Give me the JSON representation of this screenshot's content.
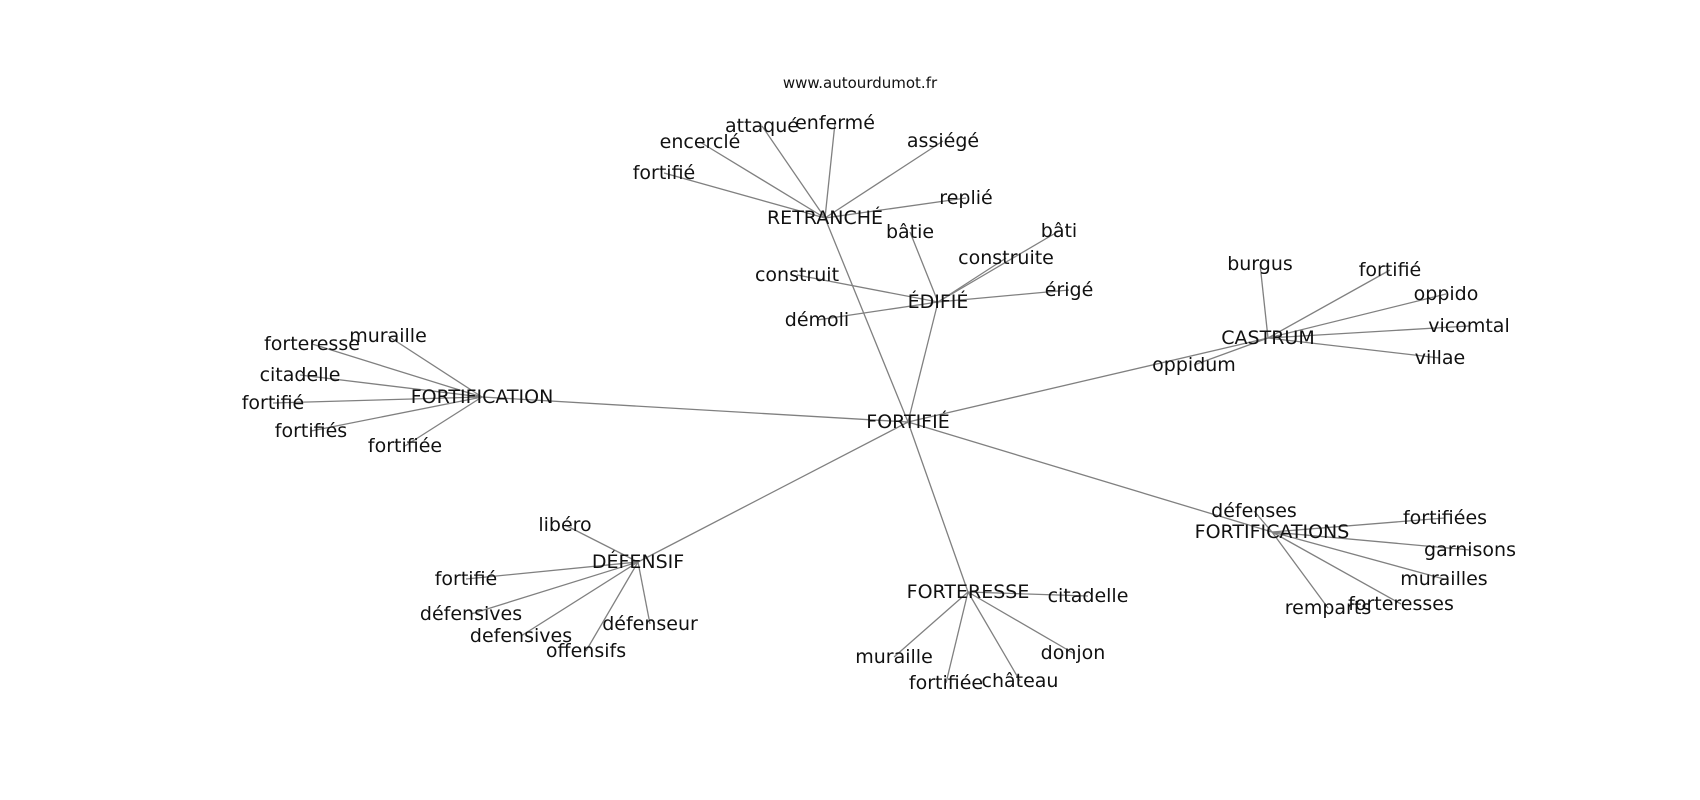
{
  "credit": "www.autourdumot.fr",
  "colors": {
    "edge": "#808080",
    "text": "#111111",
    "background": "#ffffff"
  },
  "nodes": [
    {
      "id": "fortifie_center",
      "label": "FORTIFIÉ"
    },
    {
      "id": "retranche",
      "label": "RETRANCHÉ"
    },
    {
      "id": "edifie",
      "label": "ÉDIFIÉ"
    },
    {
      "id": "castrum",
      "label": "CASTRUM"
    },
    {
      "id": "fortification",
      "label": "FORTIFICATION"
    },
    {
      "id": "defensif",
      "label": "DÉFENSIF"
    },
    {
      "id": "forteresse_hub",
      "label": "FORTERESSE"
    },
    {
      "id": "fortifications",
      "label": "FORTIFICATIONS"
    },
    {
      "id": "r_attaque",
      "label": "attaqué"
    },
    {
      "id": "r_enferme",
      "label": "enfermé"
    },
    {
      "id": "r_encercle",
      "label": "encerclé"
    },
    {
      "id": "r_assiege",
      "label": "assiégé"
    },
    {
      "id": "r_fortifie",
      "label": "fortifié"
    },
    {
      "id": "r_replie",
      "label": "replié"
    },
    {
      "id": "e_batie",
      "label": "bâtie"
    },
    {
      "id": "e_bati",
      "label": "bâti"
    },
    {
      "id": "e_construite",
      "label": "construite"
    },
    {
      "id": "e_construit",
      "label": "construit"
    },
    {
      "id": "e_erige",
      "label": "érigé"
    },
    {
      "id": "e_demoli",
      "label": "démoli"
    },
    {
      "id": "c_burgus",
      "label": "burgus"
    },
    {
      "id": "c_fortifie",
      "label": "fortifié"
    },
    {
      "id": "c_oppido",
      "label": "oppido"
    },
    {
      "id": "c_vicomtal",
      "label": "vicomtal"
    },
    {
      "id": "c_villae",
      "label": "villae"
    },
    {
      "id": "c_oppidum",
      "label": "oppidum"
    },
    {
      "id": "f_muraille",
      "label": "muraille"
    },
    {
      "id": "f_forteresse",
      "label": "forteresse"
    },
    {
      "id": "f_citadelle",
      "label": "citadelle"
    },
    {
      "id": "f_fortifie",
      "label": "fortifié"
    },
    {
      "id": "f_fortifies",
      "label": "fortifiés"
    },
    {
      "id": "f_fortifiee",
      "label": "fortifiée"
    },
    {
      "id": "d_libero",
      "label": "libéro"
    },
    {
      "id": "d_fortifie",
      "label": "fortifié"
    },
    {
      "id": "d_defensives",
      "label": "défensives"
    },
    {
      "id": "d_defensives2",
      "label": "defensives"
    },
    {
      "id": "d_offensifs",
      "label": "offensifs"
    },
    {
      "id": "d_defenseur",
      "label": "défenseur"
    },
    {
      "id": "t_citadelle",
      "label": "citadelle"
    },
    {
      "id": "t_muraille",
      "label": "muraille"
    },
    {
      "id": "t_fortifiee",
      "label": "fortifiée"
    },
    {
      "id": "t_chateau",
      "label": "château"
    },
    {
      "id": "t_donjon",
      "label": "donjon"
    },
    {
      "id": "s_defenses",
      "label": "défenses"
    },
    {
      "id": "s_fortifiees",
      "label": "fortifiées"
    },
    {
      "id": "s_garnisons",
      "label": "garnisons"
    },
    {
      "id": "s_murailles",
      "label": "murailles"
    },
    {
      "id": "s_forteresses",
      "label": "forteresses"
    },
    {
      "id": "s_remparts",
      "label": "remparts"
    }
  ],
  "edges": [
    [
      "fortifie_center",
      "retranche"
    ],
    [
      "fortifie_center",
      "edifie"
    ],
    [
      "fortifie_center",
      "castrum"
    ],
    [
      "fortifie_center",
      "fortification"
    ],
    [
      "fortifie_center",
      "defensif"
    ],
    [
      "fortifie_center",
      "forteresse_hub"
    ],
    [
      "fortifie_center",
      "fortifications"
    ],
    [
      "retranche",
      "r_attaque"
    ],
    [
      "retranche",
      "r_enferme"
    ],
    [
      "retranche",
      "r_encercle"
    ],
    [
      "retranche",
      "r_assiege"
    ],
    [
      "retranche",
      "r_fortifie"
    ],
    [
      "retranche",
      "r_replie"
    ],
    [
      "edifie",
      "e_batie"
    ],
    [
      "edifie",
      "e_bati"
    ],
    [
      "edifie",
      "e_construite"
    ],
    [
      "edifie",
      "e_construit"
    ],
    [
      "edifie",
      "e_erige"
    ],
    [
      "edifie",
      "e_demoli"
    ],
    [
      "castrum",
      "c_burgus"
    ],
    [
      "castrum",
      "c_fortifie"
    ],
    [
      "castrum",
      "c_oppido"
    ],
    [
      "castrum",
      "c_vicomtal"
    ],
    [
      "castrum",
      "c_villae"
    ],
    [
      "castrum",
      "c_oppidum"
    ],
    [
      "fortification",
      "f_muraille"
    ],
    [
      "fortification",
      "f_forteresse"
    ],
    [
      "fortification",
      "f_citadelle"
    ],
    [
      "fortification",
      "f_fortifie"
    ],
    [
      "fortification",
      "f_fortifies"
    ],
    [
      "fortification",
      "f_fortifiee"
    ],
    [
      "defensif",
      "d_libero"
    ],
    [
      "defensif",
      "d_fortifie"
    ],
    [
      "defensif",
      "d_defensives"
    ],
    [
      "defensif",
      "d_defensives2"
    ],
    [
      "defensif",
      "d_offensifs"
    ],
    [
      "defensif",
      "d_defenseur"
    ],
    [
      "forteresse_hub",
      "t_citadelle"
    ],
    [
      "forteresse_hub",
      "t_muraille"
    ],
    [
      "forteresse_hub",
      "t_fortifiee"
    ],
    [
      "forteresse_hub",
      "t_chateau"
    ],
    [
      "forteresse_hub",
      "t_donjon"
    ],
    [
      "fortifications",
      "s_defenses"
    ],
    [
      "fortifications",
      "s_fortifiees"
    ],
    [
      "fortifications",
      "s_garnisons"
    ],
    [
      "fortifications",
      "s_murailles"
    ],
    [
      "fortifications",
      "s_forteresses"
    ],
    [
      "fortifications",
      "s_remparts"
    ]
  ]
}
